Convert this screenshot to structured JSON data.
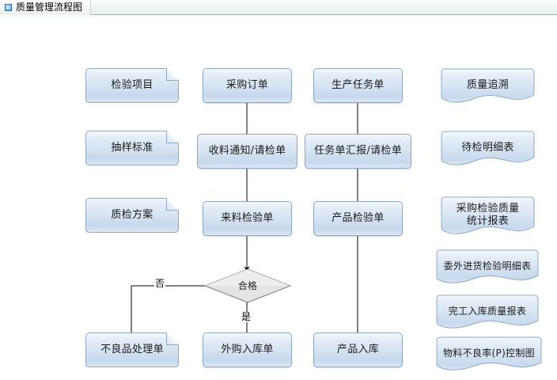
{
  "window": {
    "tab_label": "质量管理流程图",
    "tab_icon": "window-square-icon"
  },
  "diagram": {
    "title": "质量管理流程图",
    "columns": [
      {
        "name": "standards",
        "shape": "folded-document",
        "nodes": [
          {
            "id": "n-jianyanxiangmu",
            "label": "检验项目"
          },
          {
            "id": "n-chouyangbiaozhun",
            "label": "抽样标准"
          },
          {
            "id": "n-zhijianfangan",
            "label": "质检方案"
          },
          {
            "id": "n-buliangpinchulidan",
            "label": "不良品处理单"
          }
        ]
      },
      {
        "name": "purchase-flow",
        "shape": "process",
        "nodes": [
          {
            "id": "n-caigoudingdan",
            "label": "采购订单"
          },
          {
            "id": "n-shouliaotongzhi",
            "label": "收料通知/请检单"
          },
          {
            "id": "n-lailiaojianyandan",
            "label": "来料检验单"
          },
          {
            "id": "n-waigourukudan",
            "label": "外购入库单"
          }
        ]
      },
      {
        "name": "production-flow",
        "shape": "process",
        "nodes": [
          {
            "id": "n-shengchanrenwudan",
            "label": "生产任务单"
          },
          {
            "id": "n-renwudanhuibao",
            "label": "任务单汇报/请检单"
          },
          {
            "id": "n-chanpinjianyandan",
            "label": "产品检验单"
          },
          {
            "id": "n-chanpinruku",
            "label": "产品入库"
          }
        ]
      },
      {
        "name": "reports",
        "shape": "wavy-document",
        "nodes": [
          {
            "id": "n-zhiliangzhuisu",
            "label": "质量追溯"
          },
          {
            "id": "n-daijianmingxibiao",
            "label": "待检明细表"
          },
          {
            "id": "n-caigoujianyanzhiliang",
            "label": "采购检验质量\n统计报表"
          },
          {
            "id": "n-weiwaijinhuo",
            "label": "委外进货检验明细表"
          },
          {
            "id": "n-wangongruku",
            "label": "完工入库质量报表"
          },
          {
            "id": "n-wuliaobuliangliv",
            "label": "物料不良率(P)控制图"
          }
        ]
      }
    ],
    "decision": {
      "id": "n-hege",
      "label": "合格",
      "branch_no": "否",
      "branch_yes": "是"
    }
  },
  "colors": {
    "node_border": "#8fa8c4",
    "node_fill_top": "#f3f7fc",
    "node_fill_bottom": "#c6d8ec",
    "decision_fill": "#e2e2e2",
    "decision_border": "#808080",
    "edge_stroke": "#000000",
    "titlebar_border": "#9fb3b0",
    "canvas_background": "#ffffff"
  }
}
